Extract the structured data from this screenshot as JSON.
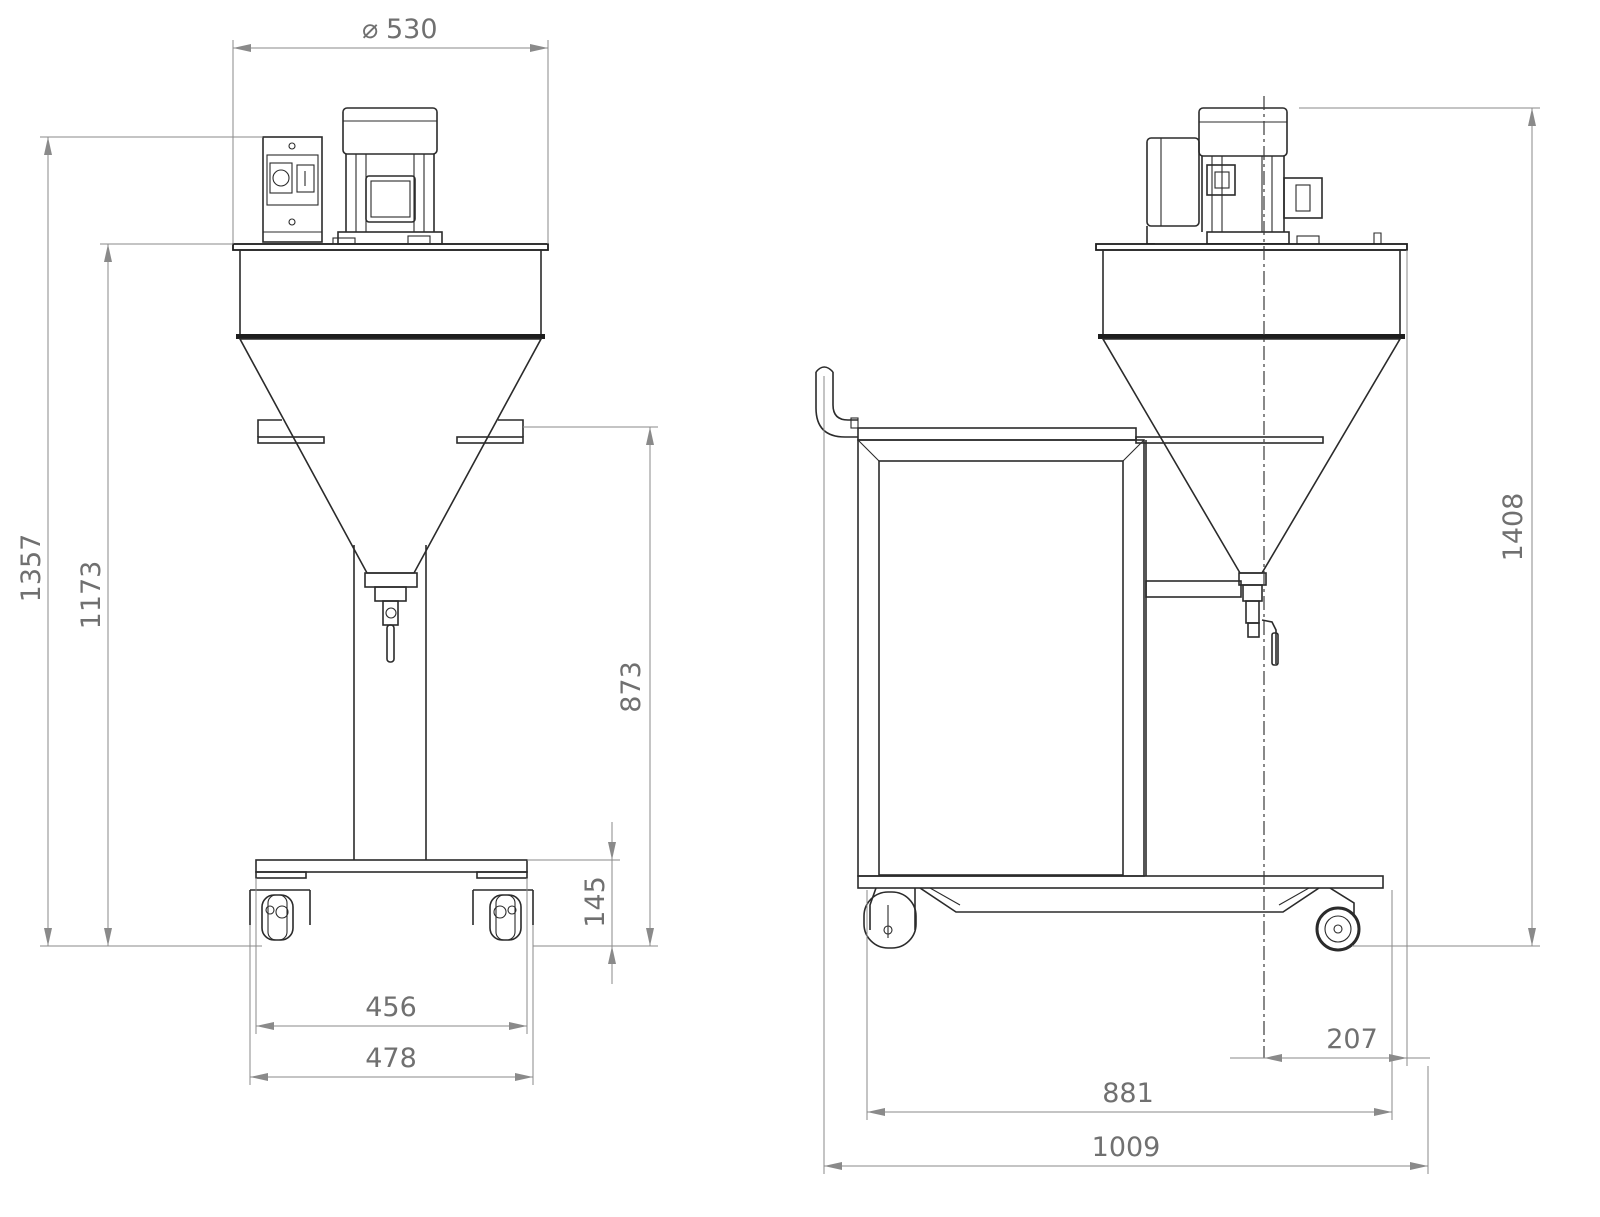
{
  "drawing": {
    "front_view": {
      "diameter_symbol": "⌀",
      "dims": {
        "top_diameter": "530",
        "overall_height": "1357",
        "hopper_top_height": "1173",
        "table_height": "873",
        "base_height": "145",
        "base_inner_width": "456",
        "base_outer_width": "478"
      }
    },
    "side_view": {
      "dims": {
        "overall_height": "1408",
        "wheel_offset": "207",
        "base_length": "881",
        "overall_length": "1009"
      }
    },
    "colors": {
      "outline": "#2b2b2b",
      "dimension": "#8a8a8a",
      "dimension_text": "#707070"
    }
  }
}
